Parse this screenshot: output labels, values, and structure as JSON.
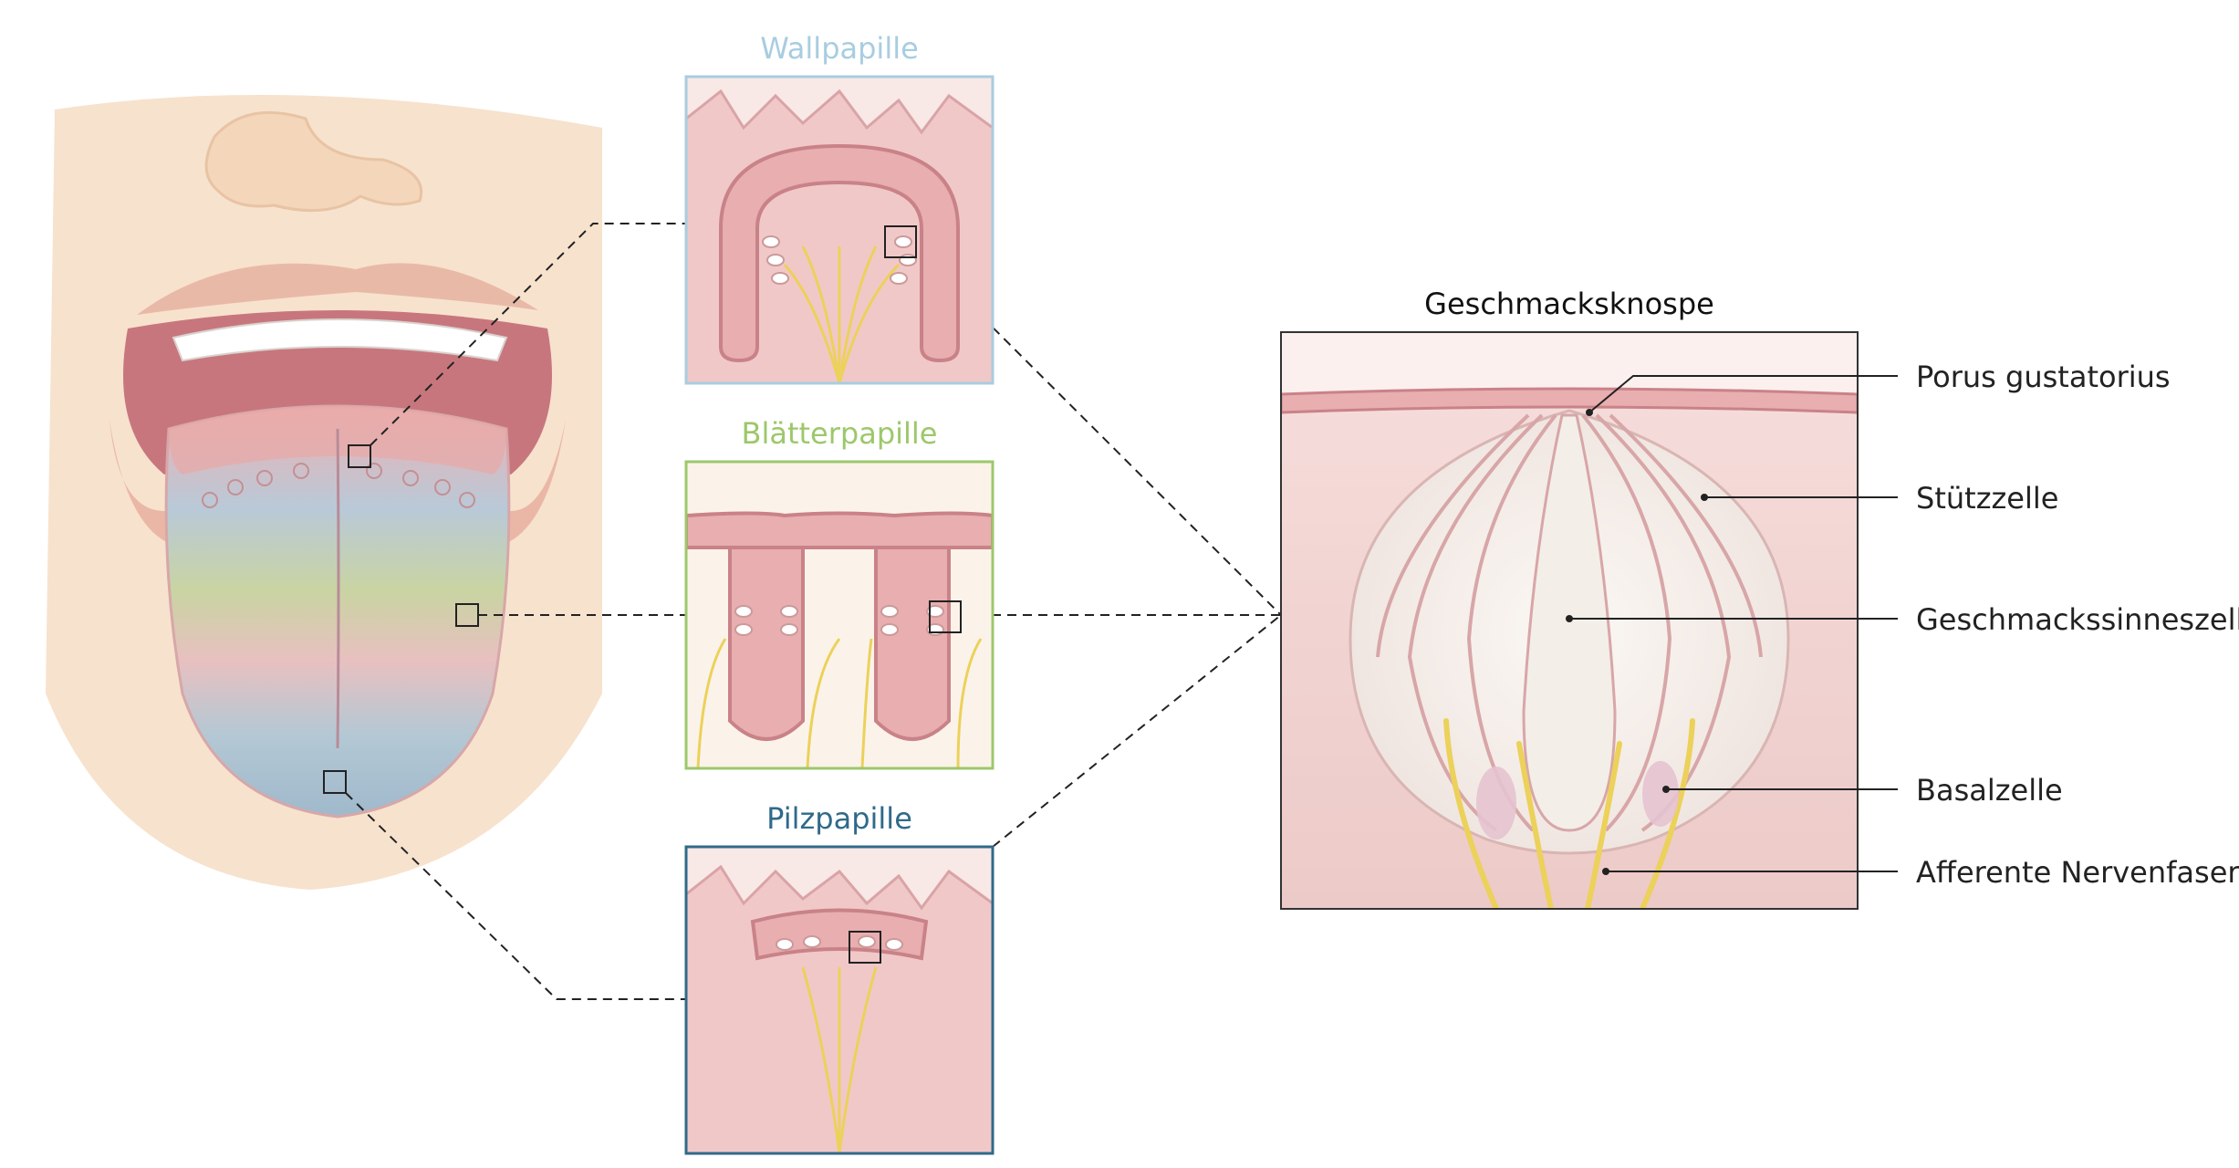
{
  "panels": {
    "wallpapille": {
      "title": "Wallpapille",
      "color": "#a8cde0"
    },
    "blaetterpapille": {
      "title": "Blätterpapille",
      "color": "#9cc86b"
    },
    "pilzpapille": {
      "title": "Pilzpapille",
      "color": "#2f6a8a"
    }
  },
  "bud": {
    "title": "Geschmacksknospe",
    "labels": [
      "Porus gustatorius",
      "Stützzelle",
      "Geschmackssinneszelle",
      "Basalzelle",
      "Afferente Nervenfaser"
    ]
  },
  "colors": {
    "tongue_pink": "#e6a3a6",
    "tissue": "#f3d6d4",
    "tissue_dark": "#d88c90",
    "nerve": "#ecd15a",
    "skin": "#f7dfc7",
    "tongue_blue": "#a9c4d2",
    "tongue_green": "#c5cf98",
    "line": "#222222"
  }
}
